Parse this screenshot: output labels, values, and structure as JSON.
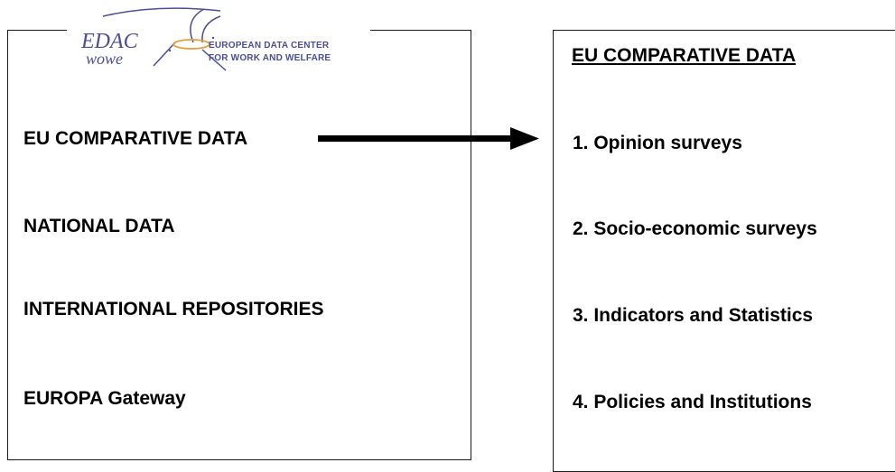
{
  "logo": {
    "word1": "EDAC",
    "word2": "wowe",
    "tagline1": "EUROPEAN DATA CENTER",
    "tagline2": "FOR WORK AND WELFARE",
    "color": "#4b4f93",
    "ring_color": "#e0a040"
  },
  "left_panel": {
    "items": [
      {
        "label": "EU COMPARATIVE DATA"
      },
      {
        "label": "NATIONAL DATA"
      },
      {
        "label": "INTERNATIONAL REPOSITORIES"
      },
      {
        "label": "EUROPA Gateway"
      }
    ]
  },
  "right_panel": {
    "title": "EU COMPARATIVE DATA",
    "items": [
      {
        "label": "1. Opinion surveys"
      },
      {
        "label": "2. Socio-economic surveys"
      },
      {
        "label": "3. Indicators and Statistics"
      },
      {
        "label": "4. Policies and Institutions"
      }
    ]
  }
}
